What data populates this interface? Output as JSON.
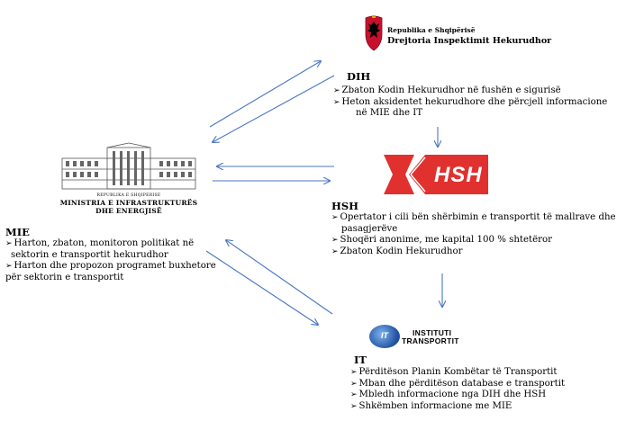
{
  "dih": {
    "logo_line1": "Republika e Shqipërisë",
    "logo_line2": "Drejtoria Inspektimit Hekurudhor",
    "title": "DIH",
    "items": [
      {
        "line1": "Zbaton Kodin Hekurudhor në fushën e sigurisë"
      },
      {
        "line1": "Heton aksidentet hekurudhore dhe përcjell informacione",
        "line2": "në MIE dhe IT"
      }
    ]
  },
  "mie": {
    "logo_line1": "REPUBLIKA E SHQIPERISE",
    "logo_line2": "MINISTRIA E INFRASTRUKTURËS",
    "logo_line3": "DHE ENERGJISË",
    "title": "MIE",
    "items": [
      {
        "line1": "Harton, zbaton, monitoron politikat në",
        "line2": "sektorin e transportit hekurudhor"
      },
      {
        "line1": "Harton dhe propozon programet buxhetore",
        "line2": "për sektorin e transportit"
      }
    ]
  },
  "hsh": {
    "logo_text": "HSH",
    "title": "HSH",
    "items": [
      {
        "line1": "Opertator i cili bën shërbimin e transportit të mallrave dhe",
        "line2": "pasagjerëve"
      },
      {
        "line1": "Shoqëri anonime, me kapital 100 % shtetëror"
      },
      {
        "line1": "Zbaton Kodin Hekurudhor"
      }
    ]
  },
  "it": {
    "logo_line1": "INSTITUTI",
    "logo_line2": "TRANSPORTIT",
    "logo_badge": "IT",
    "title": "IT",
    "items": [
      {
        "line1": "Përditëson Planin Kombëtar të Transportit"
      },
      {
        "line1": "Mban dhe përditëson database e transportit"
      },
      {
        "line1": "Mbledh informacione nga DIH dhe HSH"
      },
      {
        "line1": "Shkëmben informacione me MIE"
      }
    ]
  },
  "bullet_glyph": "➢",
  "colors": {
    "arrow": "#4a76c4",
    "hsh_red": "#e0312f",
    "dih_emblem": "#c8102e",
    "it_blue": "#1f4fa0"
  }
}
